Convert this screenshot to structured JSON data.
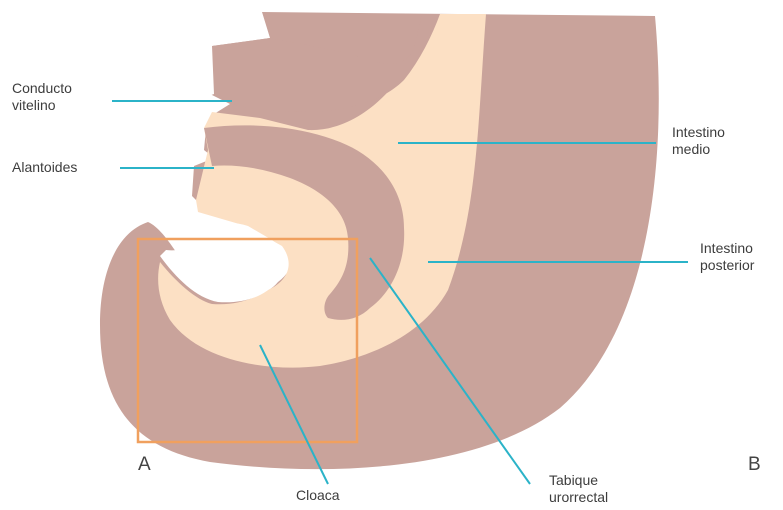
{
  "labels": {
    "conducto_vitelino": [
      "Conducto",
      "vitelino"
    ],
    "alantoides": [
      "Alantoides"
    ],
    "intestino_medio": [
      "Intestino",
      "medio"
    ],
    "intestino_posterior": [
      "Intestino",
      "posterior"
    ],
    "tabique_urorrectal": [
      "Tabique",
      "urorrectal"
    ],
    "cloaca": [
      "Cloaca"
    ]
  },
  "corner_letters": {
    "left": "A",
    "right": "B"
  },
  "colors": {
    "tissue": "#c9a39b",
    "lumen": "#fce0c4",
    "leader": "#2bb3c8",
    "box": "#f0a05e",
    "text": "#3d3d3d"
  }
}
